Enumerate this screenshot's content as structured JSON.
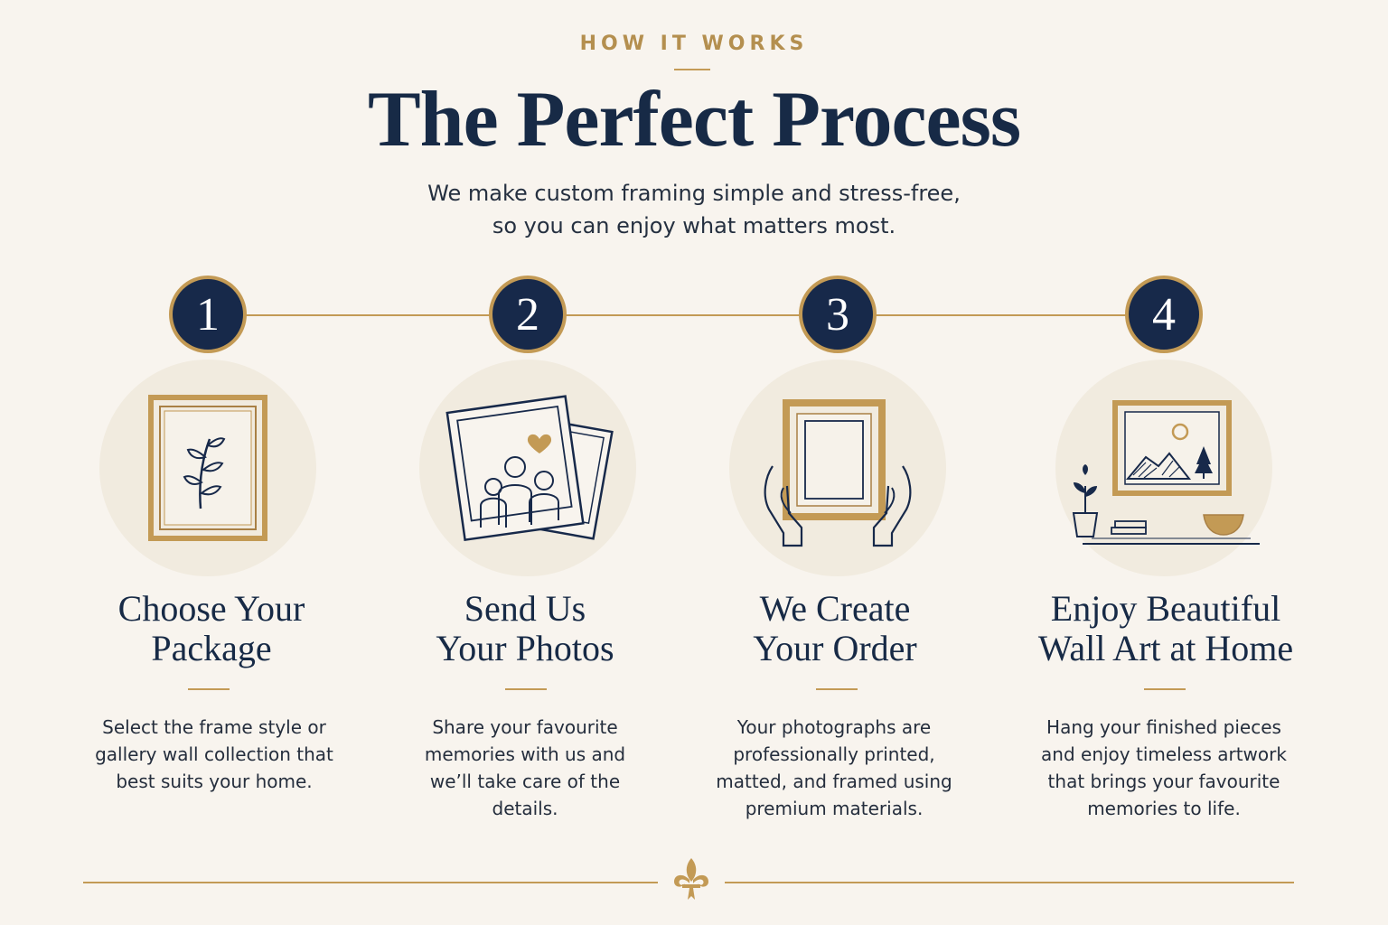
{
  "header": {
    "eyebrow": "HOW IT WORKS",
    "title": "The Perfect Process",
    "subtitle_lines": [
      "We make custom framing simple and stress-free,",
      "so you can enjoy what matters most."
    ]
  },
  "steps": [
    {
      "number": "1",
      "icon": "framed-leaf-icon",
      "title_lines": [
        "Choose Your",
        "Package"
      ],
      "desc_lines": [
        "Select the frame style or",
        "gallery wall collection that",
        "best suits your home."
      ]
    },
    {
      "number": "2",
      "icon": "family-photos-icon",
      "title_lines": [
        "Send Us",
        "Your Photos"
      ],
      "desc_lines": [
        "Share your favourite",
        "memories with us and",
        "we’ll take care of the",
        "details."
      ]
    },
    {
      "number": "3",
      "icon": "hands-holding-frame-icon",
      "title_lines": [
        "We Create",
        "Your Order"
      ],
      "desc_lines": [
        "Your photographs are",
        "professionally printed,",
        "matted, and framed using",
        "premium materials."
      ]
    },
    {
      "number": "4",
      "icon": "wall-art-shelf-icon",
      "title_lines": [
        "Enjoy Beautiful",
        "Wall Art at Home"
      ],
      "desc_lines": [
        "Hang your finished pieces",
        "and enjoy timeless artwork",
        "that brings your favourite",
        "memories to life."
      ]
    }
  ],
  "colors": {
    "background": "#f8f4ee",
    "navy": "#172a46",
    "gold": "#c39a55",
    "circle_fill": "#f1ebdf"
  },
  "footer": {
    "ornament": "fleur-de-lis-icon"
  }
}
